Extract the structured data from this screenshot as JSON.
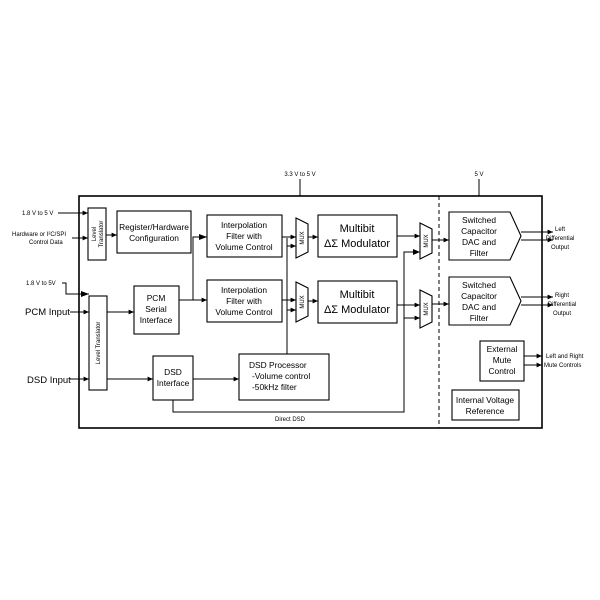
{
  "supplies": {
    "core": "3.3 V to 5 V",
    "dac": "5 V"
  },
  "inputs": {
    "control_supply": "1.8 V to 5 V",
    "control_data": [
      "Hardware or I²C/SPI",
      "Control Data"
    ],
    "serial_supply": "1.8 V to 5V",
    "pcm": "PCM Input",
    "dsd": "DSD Input"
  },
  "blocks": {
    "level_translator_top": [
      "Level",
      "Translator"
    ],
    "register_config": [
      "Register/Hardware",
      "Configuration"
    ],
    "interp_top": [
      "Interpolation",
      "Filter with",
      "Volume Control"
    ],
    "interp_bottom": [
      "Interpolation",
      "Filter with",
      "Volume Control"
    ],
    "mux_1": "MUX",
    "mux_2": "MUX",
    "mux_3": "MUX",
    "mux_4": "MUX",
    "modulator_top": [
      "Multibit",
      "ΔΣ Modulator"
    ],
    "modulator_bottom": [
      "Multibit",
      "ΔΣ Modulator"
    ],
    "level_translator_bottom": "Level Translator",
    "pcm_serial": [
      "PCM",
      "Serial",
      "Interface"
    ],
    "dsd_interface": [
      "DSD",
      "Interface"
    ],
    "dsd_processor": [
      "DSD Processor",
      "-Volume control",
      "-50kHz filter"
    ],
    "dac_left": [
      "Switched",
      "Capacitor",
      "DAC and",
      "Filter"
    ],
    "dac_right": [
      "Switched",
      "Capacitor",
      "DAC and",
      "Filter"
    ],
    "external_mute": [
      "External",
      "Mute",
      "Control"
    ],
    "internal_vref": [
      "Internal Voltage",
      "Reference"
    ]
  },
  "outputs": {
    "left": [
      "Left",
      "Differential",
      "Output"
    ],
    "right": [
      "Right",
      "Differential",
      "Output"
    ],
    "mute": [
      "Left and Right",
      "Mute Controls"
    ]
  },
  "labels": {
    "direct_dsd": "Direct DSD"
  }
}
